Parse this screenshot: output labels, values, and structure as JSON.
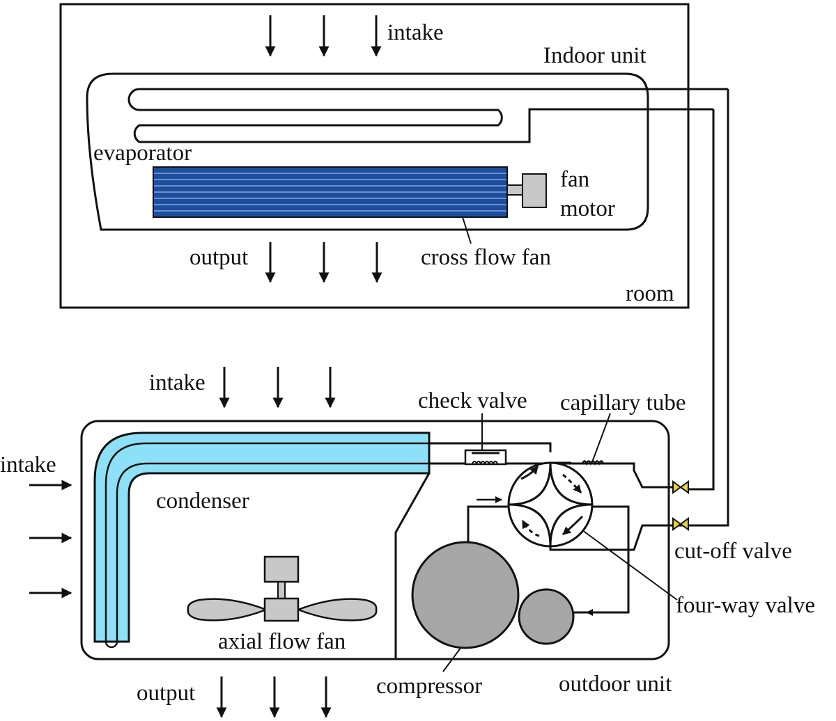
{
  "labels": {
    "indoor_intake": "intake",
    "indoor_unit": "Indoor unit",
    "evaporator": "evaporator",
    "fan_motor_line1": "fan",
    "fan_motor_line2": "motor",
    "indoor_output": "output",
    "cross_flow_fan": "cross flow fan",
    "room": "room",
    "outdoor_top_intake": "intake",
    "check_valve": "check valve",
    "capillary_tube": "capillary tube",
    "side_intake": "intake",
    "condenser": "condenser",
    "cut_off_valve": "cut-off valve",
    "four_way_valve": "four-way valve",
    "axial_flow_fan": "axial flow fan",
    "outdoor_output": "output",
    "compressor": "compressor",
    "outdoor_unit": "outdoor unit"
  },
  "colors": {
    "line": "#111111",
    "cross_flow_fan_fill": "#1d4e9e",
    "cross_flow_fan_stripes": "#6f8fcc",
    "condenser_fill": "#8ee0f7",
    "component_gray": "#a6a6a6",
    "motor_gray": "#c8c8c8"
  }
}
